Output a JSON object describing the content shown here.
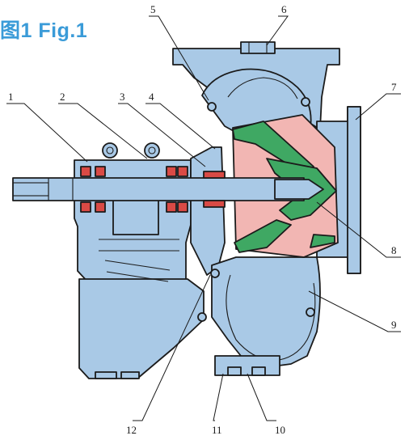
{
  "figure": {
    "title": "图1 Fig.1"
  },
  "colors": {
    "casing": "#a9c9e6",
    "impeller_hub": "#f2b6b3",
    "vane": "#3fa863",
    "bearing": "#d94a45",
    "outline": "#1b1b1b",
    "title": "#3a9bd8"
  },
  "callouts": [
    {
      "id": "1",
      "label": "1"
    },
    {
      "id": "2",
      "label": "2"
    },
    {
      "id": "3",
      "label": "3"
    },
    {
      "id": "4",
      "label": "4"
    },
    {
      "id": "5",
      "label": "5"
    },
    {
      "id": "6",
      "label": "6"
    },
    {
      "id": "7",
      "label": "7"
    },
    {
      "id": "8",
      "label": "8"
    },
    {
      "id": "9",
      "label": "9"
    },
    {
      "id": "10",
      "label": "10"
    },
    {
      "id": "11",
      "label": "11"
    },
    {
      "id": "12",
      "label": "12"
    }
  ]
}
